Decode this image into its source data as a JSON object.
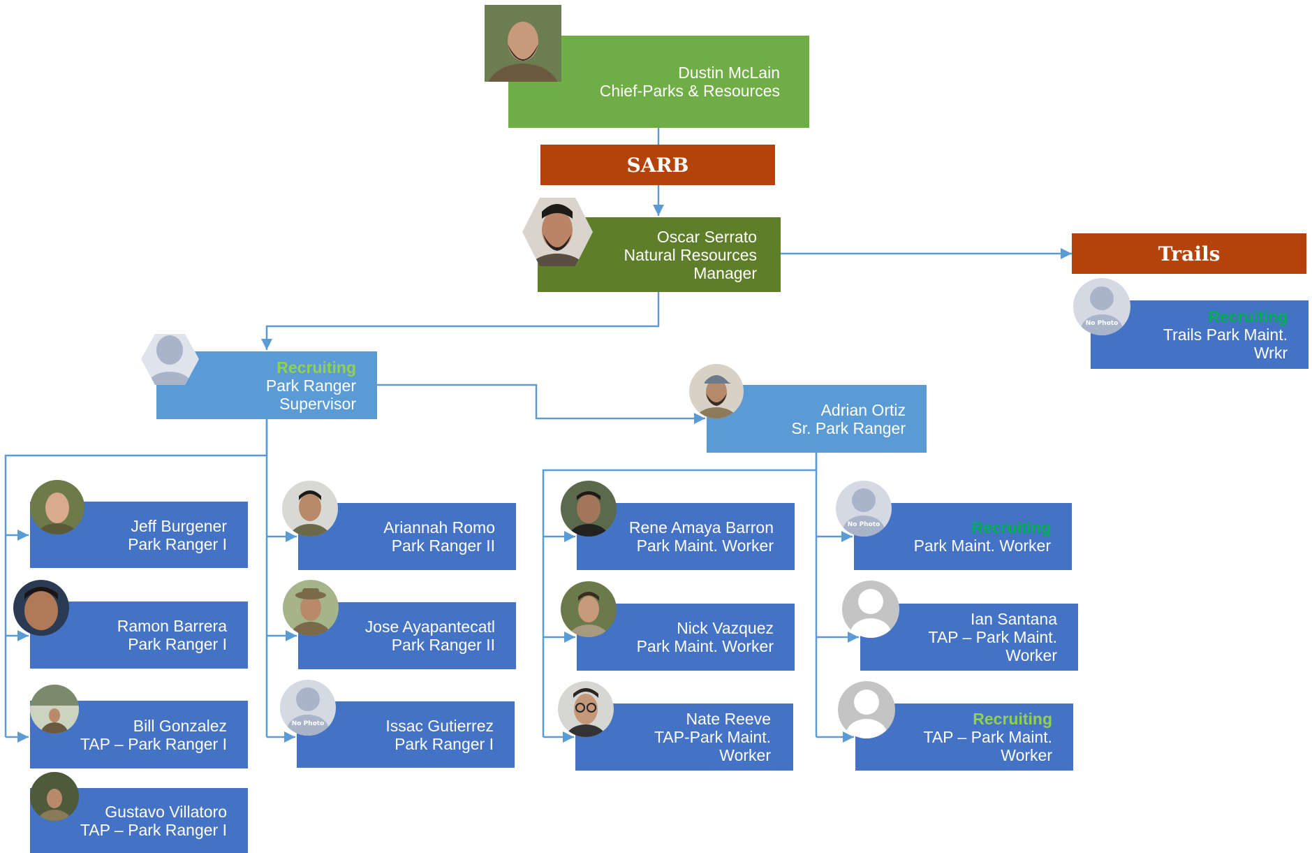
{
  "colors": {
    "box_blue": "#4472c4",
    "box_light_blue": "#5b9bd5",
    "box_green": "#70ad47",
    "box_dark_green": "#5e7e2a",
    "banner_orange": "#b5420a",
    "connector": "#5b9bd5",
    "recruit_light": "#92d050",
    "recruit_green": "#00b050"
  },
  "banners": {
    "sarb": "SARB",
    "trails": "Trails"
  },
  "nodes": {
    "chief": {
      "lines": [
        "Dustin McLain",
        "Chief-Parks & Resources"
      ],
      "photo": "photo-man-beard"
    },
    "manager": {
      "lines": [
        "Oscar Serrato",
        "Natural Resources",
        "Manager"
      ],
      "photo": "photo-man-beard"
    },
    "trails_worker": {
      "recruiting": "Recruiting",
      "lines": [
        "Trails Park Maint.",
        "Wrkr"
      ],
      "photo": "no-photo-icon",
      "no_photo_label": "No Photo"
    },
    "supervisor": {
      "recruiting": "Recruiting",
      "lines": [
        "Park Ranger",
        "Supervisor"
      ],
      "photo": "person-placeholder-icon"
    },
    "sr_ranger": {
      "lines": [
        "Adrian Ortiz",
        "Sr. Park Ranger"
      ],
      "photo": "photo-man-cap"
    },
    "jeff": {
      "lines": [
        "Jeff Burgener",
        "Park Ranger I"
      ],
      "photo": "photo-man"
    },
    "ramon": {
      "lines": [
        "Ramon Barrera",
        "Park Ranger I"
      ],
      "photo": "photo-man"
    },
    "bill": {
      "lines": [
        "Bill Gonzalez",
        "TAP – Park Ranger I"
      ],
      "photo": "photo-man"
    },
    "gustavo": {
      "lines": [
        "Gustavo Villatoro",
        "TAP – Park Ranger I"
      ],
      "photo": "photo-man"
    },
    "ariannah": {
      "lines": [
        "Ariannah Romo",
        "Park Ranger II"
      ],
      "photo": "photo-man"
    },
    "jose": {
      "lines": [
        "Jose Ayapantecatl",
        "Park Ranger II"
      ],
      "photo": "photo-man-hat"
    },
    "issac": {
      "lines": [
        "Issac Gutierrez",
        "Park Ranger I"
      ],
      "photo": "no-photo-icon",
      "no_photo_label": "No Photo"
    },
    "rene": {
      "lines": [
        "Rene Amaya Barron",
        "Park Maint. Worker"
      ],
      "photo": "photo-man"
    },
    "nick": {
      "lines": [
        "Nick Vazquez",
        "Park Maint. Worker"
      ],
      "photo": "photo-man"
    },
    "nate": {
      "lines": [
        "Nate Reeve",
        "TAP-Park Maint.",
        "Worker"
      ],
      "photo": "photo-man-glasses"
    },
    "pmw_recruit": {
      "recruiting": "Recruiting",
      "lines": [
        "Park Maint. Worker"
      ],
      "photo": "no-photo-icon",
      "no_photo_label": "No Photo"
    },
    "ian": {
      "lines": [
        "Ian Santana",
        "TAP – Park Maint.",
        "Worker"
      ],
      "photo": "generic-avatar-icon"
    },
    "tap_recruit": {
      "recruiting": "Recruiting",
      "lines": [
        "TAP – Park Maint.",
        "Worker"
      ],
      "photo": "generic-avatar-icon"
    }
  }
}
